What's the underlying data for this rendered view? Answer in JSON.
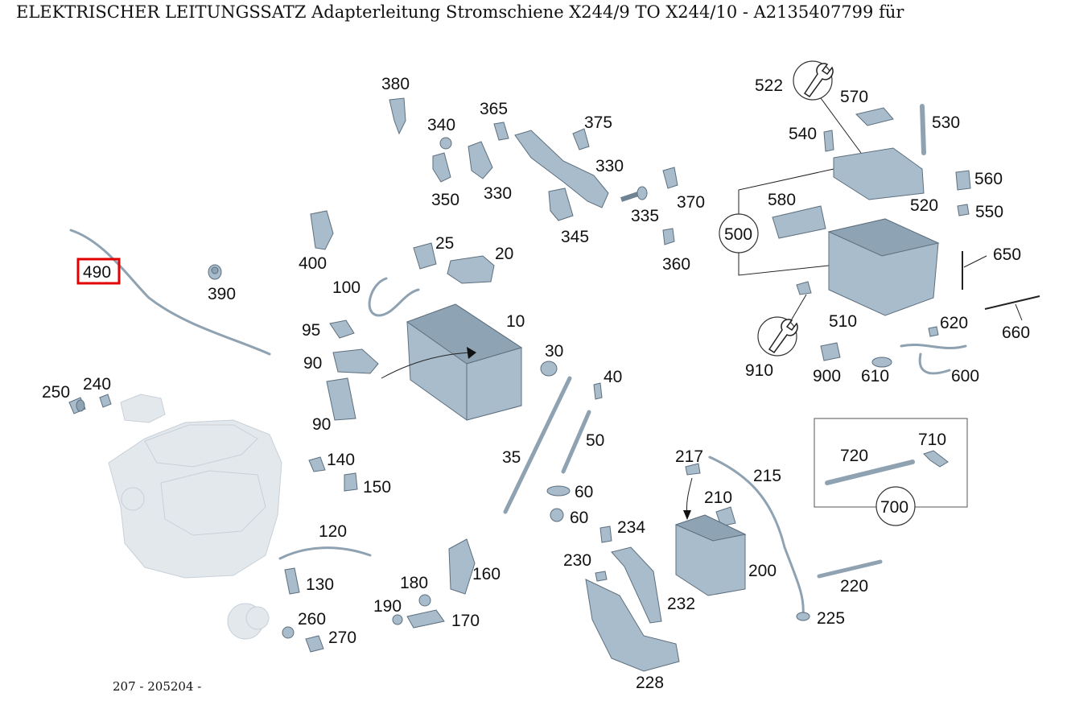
{
  "title": "ELEKTRISCHER LEITUNGSSATZ Adapterleitung Stromschiene X244/9 TO X244/10 - A2135407799 für",
  "footer": "207 - 205204 -",
  "highlight_color": "#e00000",
  "highlighted_part": "490",
  "labels": {
    "p380": "380",
    "p340": "340",
    "p365": "365",
    "p375": "375",
    "p330a": "330",
    "p330b": "330",
    "p350": "350",
    "p370": "370",
    "p335": "335",
    "p345": "345",
    "p360": "360",
    "p522": "522",
    "p570": "570",
    "p530": "530",
    "p540": "540",
    "p560": "560",
    "p550": "550",
    "p520": "520",
    "p580": "580",
    "p500": "500",
    "p650": "650",
    "p510": "510",
    "p620": "620",
    "p660": "660",
    "p910": "910",
    "p900": "900",
    "p610": "610",
    "p600": "600",
    "p490": "490",
    "p390": "390",
    "p400": "400",
    "p25": "25",
    "p20": "20",
    "p100": "100",
    "p95": "95",
    "p10": "10",
    "p90a": "90",
    "p90b": "90",
    "p30": "30",
    "p40": "40",
    "p250": "250",
    "p240": "240",
    "p50": "50",
    "p35": "35",
    "p140": "140",
    "p150": "150",
    "p60a": "60",
    "p60b": "60",
    "p217": "217",
    "p215": "215",
    "p210": "210",
    "p720": "720",
    "p710": "710",
    "p700": "700",
    "p120": "120",
    "p234": "234",
    "p130": "130",
    "p180": "180",
    "p160": "160",
    "p230": "230",
    "p200": "200",
    "p190": "190",
    "p170": "170",
    "p232": "232",
    "p220": "220",
    "p260": "260",
    "p270": "270",
    "p225": "225",
    "p228": "228"
  }
}
